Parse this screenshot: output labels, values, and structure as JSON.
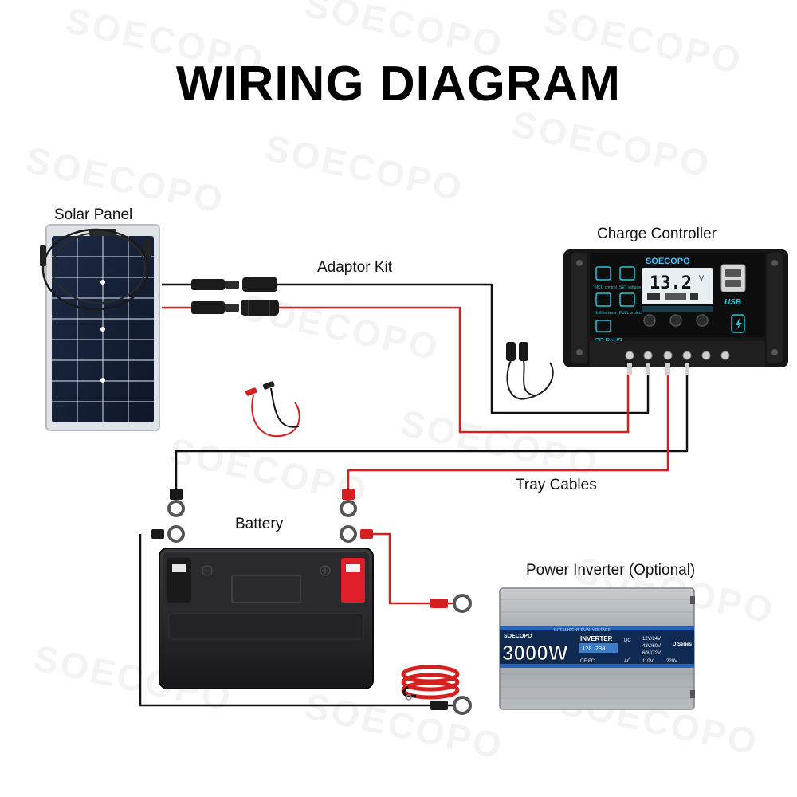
{
  "title": "WIRING DIAGRAM",
  "watermark": "SOECOPO",
  "labels": {
    "solar_panel": "Solar Panel",
    "adaptor_kit": "Adaptor Kit",
    "charge_controller": "Charge Controller",
    "tray_cables": "Tray Cables",
    "battery": "Battery",
    "power_inverter": "Power Inverter (Optional)"
  },
  "controller": {
    "brand": "SOECOPO",
    "voltage_display": "13.2",
    "voltage_unit": "V",
    "usb_label": "USB",
    "icon_labels": [
      "MCU control",
      "SET voltage",
      "Built-in timer",
      "FULL protect"
    ],
    "cert": "CE RoHS"
  },
  "inverter": {
    "brand": "SOECOPO",
    "subtitle": "INTELLIGENT DUAL VOLTAGE",
    "power": "3000W",
    "model": "INVERTER",
    "display": "120  230",
    "series": "J Series",
    "cert": "CE FC",
    "dc_label": "DC",
    "ac_label": "AC",
    "dc_options": [
      "12V/24V",
      "48V/60V",
      "60V/72V"
    ],
    "ac_options": [
      "110V",
      "220V"
    ]
  },
  "colors": {
    "positive_wire": "#d62020",
    "negative_wire": "#111111",
    "controller_screen": "#1ec8d8",
    "inverter_body": "#a7acb0"
  }
}
